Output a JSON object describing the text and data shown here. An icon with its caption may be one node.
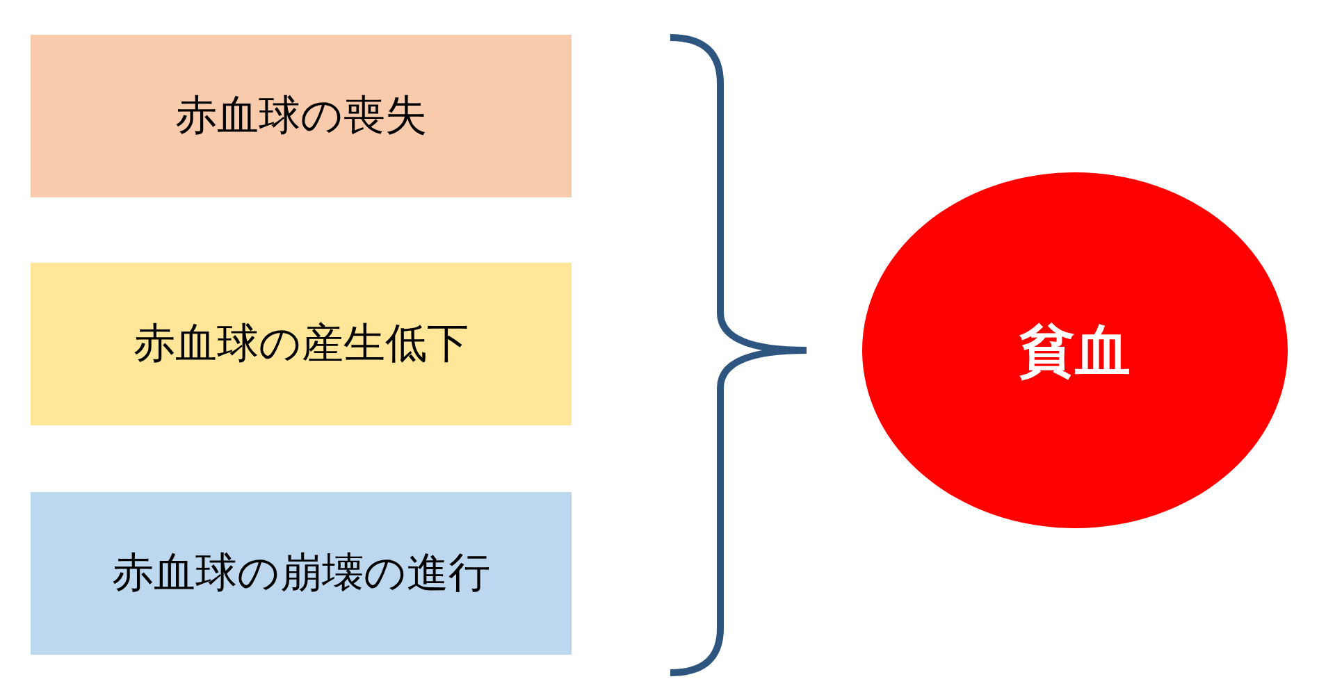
{
  "diagram": {
    "nodes": [
      {
        "text": [
          "赤血球の喪失"
        ]
      },
      {
        "text": [
          "赤血球の産生低下"
        ]
      },
      {
        "text": [
          "赤血球の崩壊の進行"
        ]
      },
      {
        "text": [
          "貧血"
        ]
      }
    ]
  }
}
